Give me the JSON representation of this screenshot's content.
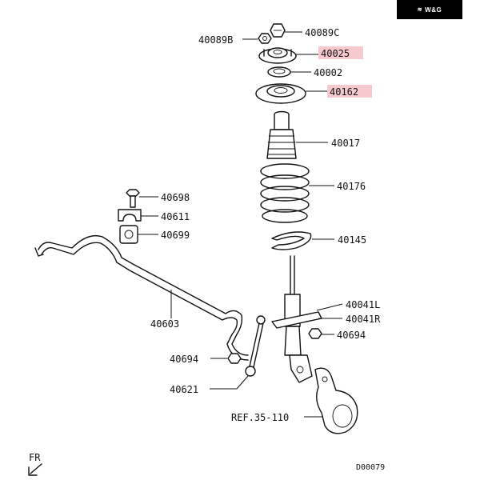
{
  "brand": {
    "text": "W&G",
    "mark": "≋"
  },
  "labels": {
    "p40089C": "40089C",
    "p40089B": "40089B",
    "p40025": "40025",
    "p40002": "40002",
    "p40162": "40162",
    "p40017": "40017",
    "p40176": "40176",
    "p40698": "40698",
    "p40611": "40611",
    "p40699": "40699",
    "p40145": "40145",
    "p40603": "40603",
    "p40041L": "40041L",
    "p40041R": "40041R",
    "p40694a": "40694",
    "p40694b": "40694",
    "p40621": "40621",
    "ref": "REF.35-110",
    "fr": "FR",
    "code": "D00079"
  },
  "highlight_color": "#f6c9cf",
  "highlighted_parts": [
    "40025",
    "40162"
  ]
}
